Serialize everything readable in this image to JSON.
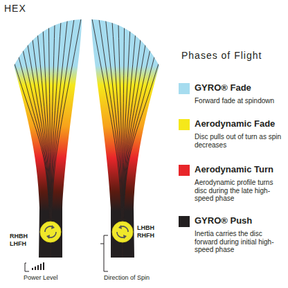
{
  "diagram": {
    "title": "HEX",
    "labels": [
      "Phases of Flight",
      "Forward fade at spindown",
      "Disc pulls out of turn as spin decreases",
      "Aerodynamic profile turns disc during the late high-speed phase",
      "Inertia carries the disc forward during initial high-speed phase",
      "RHBH",
      "LHFH",
      "LHBH",
      "RHFH",
      "Power Level",
      "Direction of Spin"
    ],
    "legend": [
      {
        "text": "GYRO® Fade",
        "color": "#a6dcef"
      },
      {
        "text": "Aerodynamic Fade",
        "color": "#f5e81a"
      },
      {
        "text": "Aerodynamic Turn",
        "color": "#e8262a"
      },
      {
        "text": "GYRO® Push",
        "color": "#231f20"
      }
    ]
  }
}
